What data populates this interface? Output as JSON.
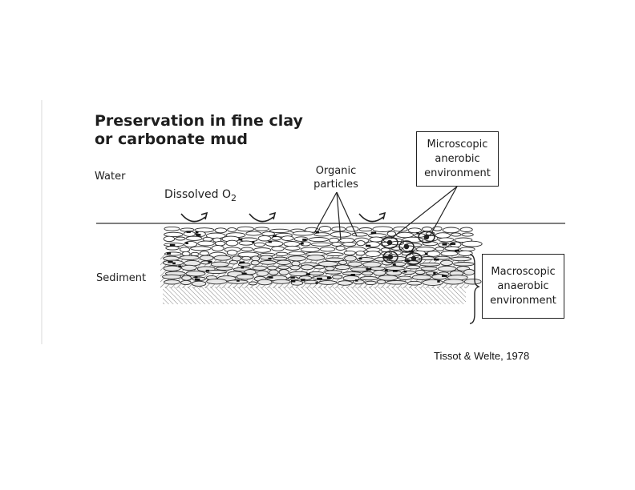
{
  "title_line1": "Preservation in fine clay",
  "title_line2": "or carbonate mud",
  "labels": {
    "water": "Water",
    "dissolved": "Dissolved O",
    "dissolved_sub": "2",
    "organic_line1": "Organic",
    "organic_line2": "particles",
    "sediment": "Sediment"
  },
  "micro_box": [
    "Microscopic",
    "anerobic",
    "environment"
  ],
  "macro_box": [
    "Macroscopic",
    "anaerobic",
    "environment"
  ],
  "citation": "Tissot & Welte, 1978"
}
